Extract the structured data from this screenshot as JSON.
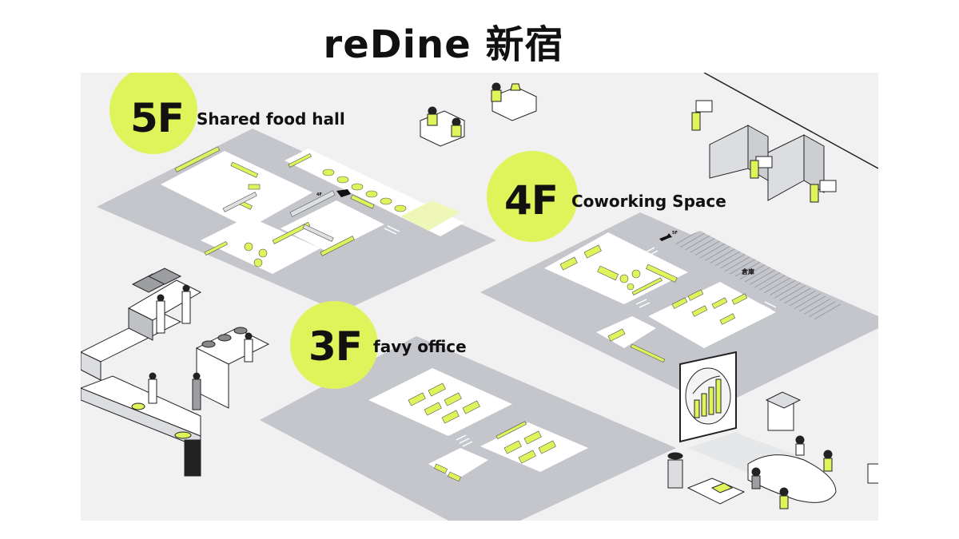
{
  "title": "reDine 新宿",
  "colors": {
    "accent": "#dff35a",
    "floor_plate": "#c4c6cc",
    "background": "#f1f1f1",
    "ink": "#111111"
  },
  "floors": [
    {
      "floor": "5F",
      "name": "Shared food hall"
    },
    {
      "floor": "4F",
      "name": "Coworking Space"
    },
    {
      "floor": "3F",
      "name": "favy office"
    }
  ],
  "map_labels": {
    "storage": "倉庫",
    "stairs_up_5f": "5F",
    "stairs_down_4f": "4F"
  },
  "illustrations": [
    "kitchen-scene-icon",
    "dining-couples-icon",
    "office-cubicles-icon",
    "meeting-room-icon",
    "growth-chart-screen-icon"
  ]
}
